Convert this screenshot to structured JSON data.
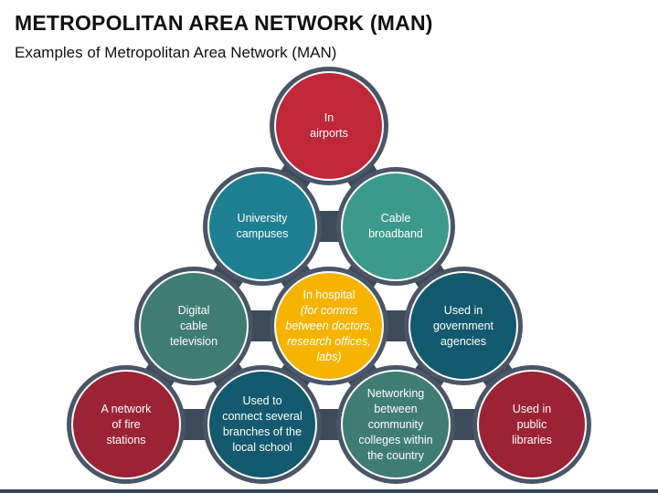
{
  "page": {
    "title": "METROPOLITAN AREA NETWORK (MAN)",
    "subtitle": "Examples of Metropolitan Area Network (MAN)"
  },
  "colors": {
    "red": "#c0283a",
    "teal": "#1d7f91",
    "sea_green": "#3b9a8c",
    "slate_green": "#3f7c72",
    "navy_teal": "#135a6e",
    "crimson": "#9b2335",
    "gold": "#f6b400",
    "connector": "#3d4a5a",
    "ring": "#4a5666"
  },
  "nodes": [
    {
      "id": "airports",
      "label": "In\nairports",
      "color": "red"
    },
    {
      "id": "university",
      "label": "University\ncampuses",
      "color": "teal"
    },
    {
      "id": "cable",
      "label": "Cable\nbroadband",
      "color": "sea_green"
    },
    {
      "id": "digital-tv",
      "label": "Digital\ncable\ntelevision",
      "color": "slate_green"
    },
    {
      "id": "hospital",
      "label": "In hospital",
      "note": "(for comms\nbetween doctors,\nresearch offices,\nlabs)",
      "color": "gold"
    },
    {
      "id": "government",
      "label": "Used in\ngovernment\nagencies",
      "color": "navy_teal"
    },
    {
      "id": "fire-stations",
      "label": "A network\nof fire\nstations",
      "color": "crimson"
    },
    {
      "id": "local-school",
      "label": "Used to\nconnect several\nbranches of the\nlocal school",
      "color": "navy_teal"
    },
    {
      "id": "colleges",
      "label": "Networking\nbetween\ncommunity\ncolleges within\nthe country",
      "color": "slate_green"
    },
    {
      "id": "libraries",
      "label": "Used in\npublic\nlibraries",
      "color": "crimson"
    }
  ]
}
